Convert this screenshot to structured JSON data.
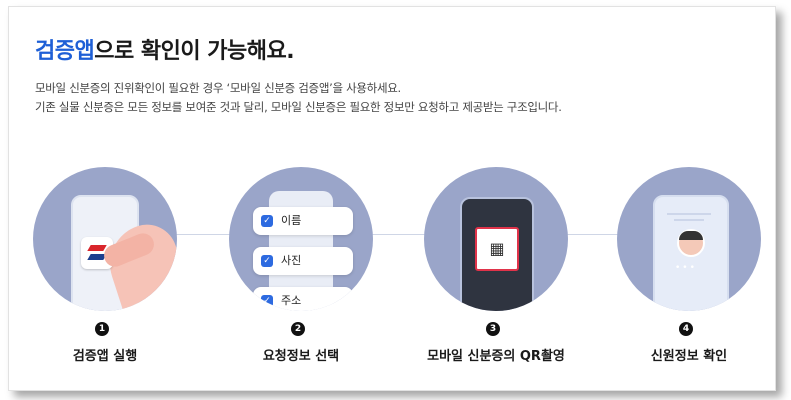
{
  "header": {
    "title_accent": "검증앱",
    "title_rest": "으로 확인이 가능해요.",
    "desc_line1": "모바일 신분증의 진위확인이 필요한 경우 ‘모바일 신분증 검증앱’을 사용하세요.",
    "desc_line2": "기존 실물 신분증은 모든 정보를 보여준 것과 달리, 모바일 신분증은 필요한 정보만 요청하고 제공받는 구조입니다."
  },
  "steps": [
    {
      "number": "1",
      "label": "검증앱 실행"
    },
    {
      "number": "2",
      "label": "요청정보 선택",
      "options": [
        "이름",
        "사진",
        "주소"
      ]
    },
    {
      "number": "3",
      "label": "모바일 신분증의 QR촬영"
    },
    {
      "number": "4",
      "label": "신원정보 확인"
    }
  ],
  "icons": {
    "app": "mobile-id-verify-app-icon",
    "check": "checkbox-checked-icon",
    "qr": "qr-code-icon",
    "profile": "profile-photo-icon"
  },
  "colors": {
    "accent": "#1e5fd6",
    "circle_bg": "#9aa5c9",
    "checkbox": "#2d6ae0",
    "qr_frame": "#e0334a"
  }
}
